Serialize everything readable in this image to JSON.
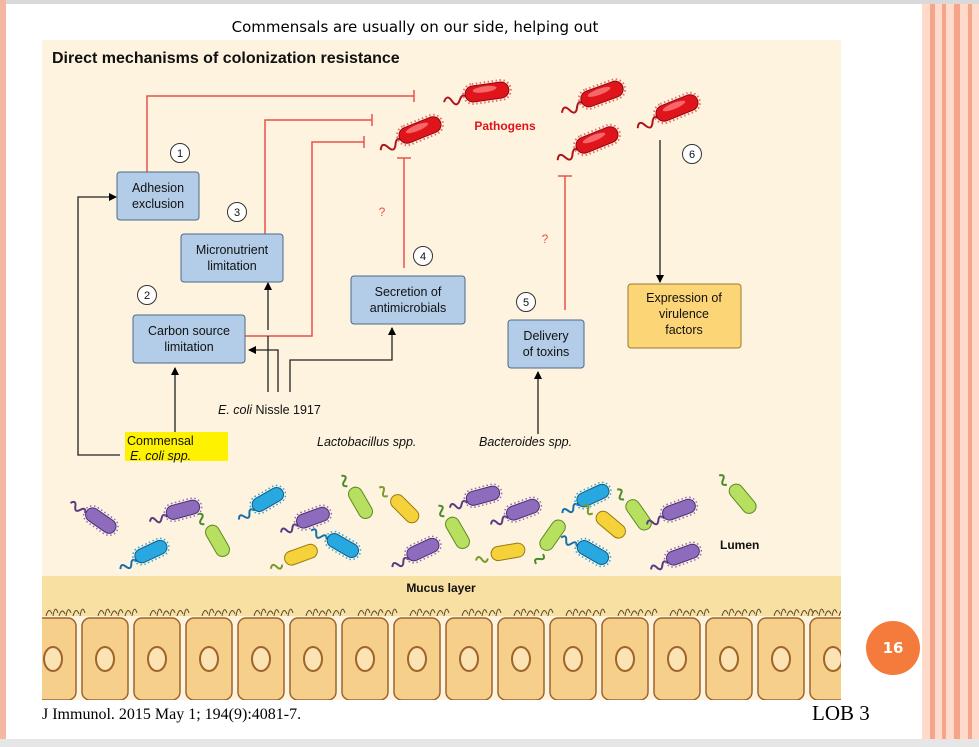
{
  "slide": {
    "title": "Commensals are usually on our side, helping out",
    "citation": "J Immunol. 2015 May 1; 194(9):4081-7.",
    "lob_label": "LOB 3",
    "page_number": "16"
  },
  "figure": {
    "title": "Direct mechanisms of colonization resistance",
    "pathogens_label": "Pathogens",
    "mechanisms": [
      {
        "number": "1",
        "lines": [
          "Adhesion",
          "exclusion"
        ]
      },
      {
        "number": "2",
        "lines": [
          "Carbon source",
          "limitation"
        ]
      },
      {
        "number": "3",
        "lines": [
          "Micronutrient",
          "limitation"
        ]
      },
      {
        "number": "4",
        "lines": [
          "Secretion of",
          "antimicrobials"
        ]
      },
      {
        "number": "5",
        "lines": [
          "Delivery",
          "of toxins"
        ]
      },
      {
        "number": "6",
        "lines": [
          "Expression of",
          "virulence",
          "factors"
        ]
      }
    ],
    "question_mark": "?",
    "organisms": {
      "ecoli_nissle_italic": "E. coli",
      "ecoli_nissle_rest": " Nissle 1917",
      "commensal_line1": "Commensal",
      "commensal_line2": "E. coli spp.",
      "lactobacillus": "Lactobacillus spp.",
      "bacteroides": "Bacteroides spp."
    },
    "lumen_label": "Lumen",
    "mucus_label": "Mucus layer"
  },
  "colors": {
    "figure_bg": "#fdf3de",
    "box_fill": "#b3cde8",
    "box_stroke": "#4a6a8a",
    "virulence_fill": "#fcd576",
    "pathogen_red": "#e0141b",
    "inhibit_line": "#e8534a",
    "highlight": "#fff200",
    "mucus": "#f8dfa2",
    "cell_fill": "#f6cf8b",
    "cell_stroke": "#a0642a",
    "page_badge": "#f47b3b"
  }
}
